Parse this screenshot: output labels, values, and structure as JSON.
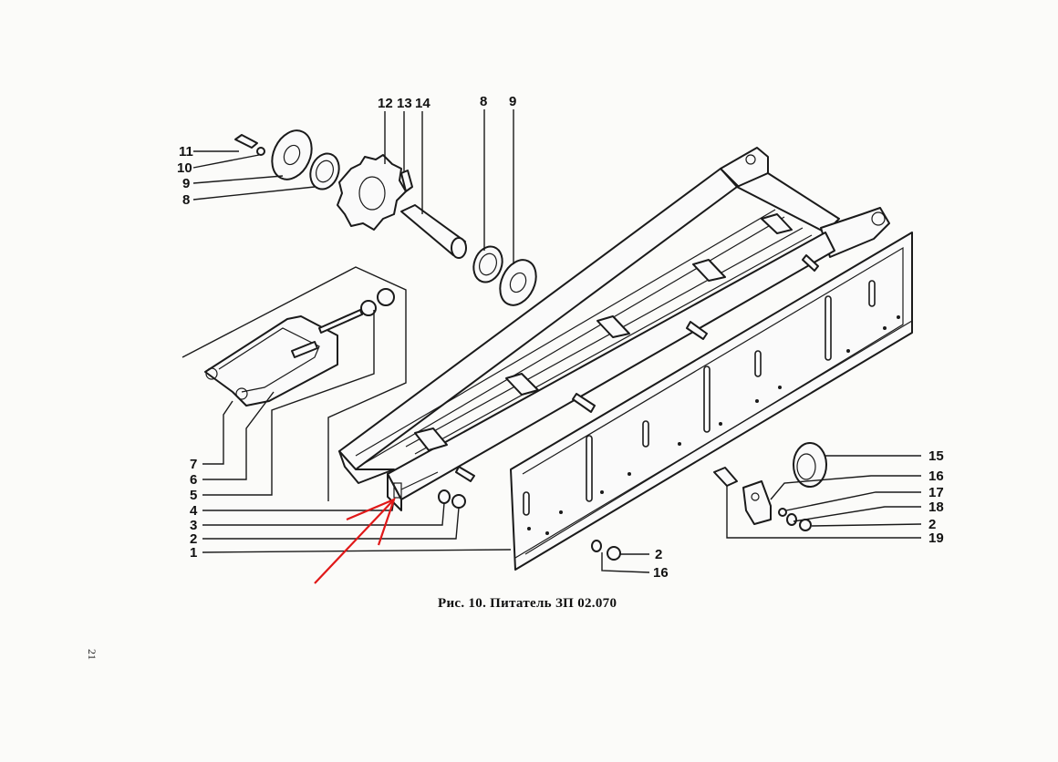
{
  "figure": {
    "caption": "Рис. 10. Питатель ЗП 02.070",
    "page_number": "21",
    "accent_color": "#e01818",
    "labels": {
      "l11": "11",
      "l10": "10",
      "l9a": "9",
      "l8a": "8",
      "l12": "12",
      "l13": "13",
      "l14": "14",
      "l8b": "8",
      "l9b": "9",
      "l7": "7",
      "l6": "6",
      "l5": "5",
      "l4": "4",
      "l3": "3",
      "l2a": "2",
      "l1": "1",
      "l15": "15",
      "l16a": "16",
      "l17": "17",
      "l18": "18",
      "l2b": "2",
      "l19": "19",
      "l2c": "2",
      "l16b": "16"
    }
  }
}
